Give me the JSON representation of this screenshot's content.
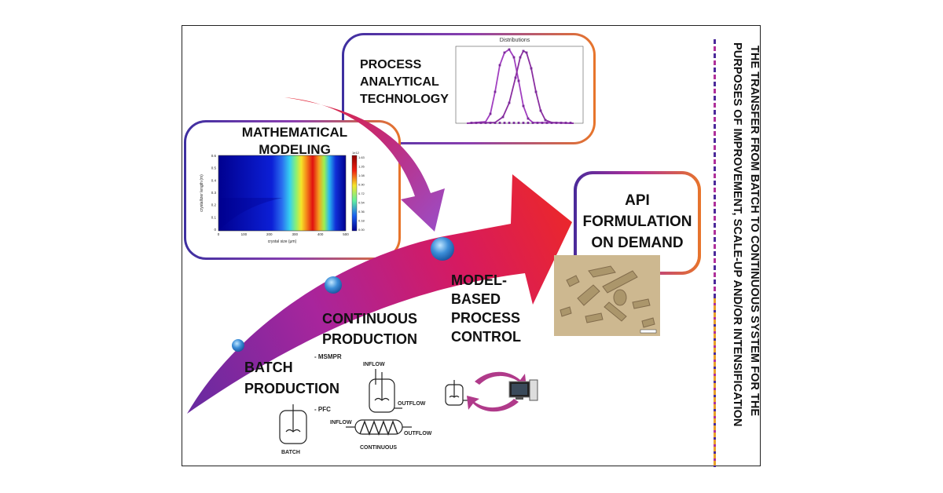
{
  "labels": {
    "pat": [
      "PROCESS",
      "ANALYTICAL",
      "TECHNOLOGY"
    ],
    "modeling": [
      "MATHEMATICAL",
      "MODELING"
    ],
    "api": [
      "API",
      "FORMULATION",
      "ON DEMAND"
    ],
    "mbpc": [
      "MODEL-",
      "BASED",
      "PROCESS",
      "CONTROL"
    ],
    "continuous": [
      "CONTINUOUS",
      "PRODUCTION"
    ],
    "batch": [
      "BATCH",
      "PRODUCTION"
    ],
    "vertical": [
      "THE TRANSFER FROM BATCH TO CONTINUOUS SYSTEM FOR THE",
      "PURPOSES OF IMPROVEMENT, SCALE-UP AND/OR INTENSIFICATION"
    ]
  },
  "sketch": {
    "msmpr": "- MSMPR",
    "pfc": "- PFC",
    "inflow_top": "INFLOW",
    "outflow_top": "OUTFLOW",
    "inflow_pfc": "INFLOW",
    "outflow_pfc": "OUTFLOW",
    "batch": "BATCH",
    "continuous": "CONTINUOUS"
  },
  "pat_chart": {
    "title": "Distributions"
  },
  "heatmap": {
    "colorbar_exp": "1e12",
    "colorbar_ticks": [
      "1.63",
      "1.26",
      "1.08",
      "0.90",
      "0.72",
      "0.54",
      "0.36",
      "0.18",
      "0.00"
    ],
    "xticks": [
      "0",
      "100",
      "200",
      "300",
      "400",
      "500"
    ],
    "yticks": [
      "0.6",
      "0.5",
      "0.4",
      "0.3",
      "0.2",
      "0.1",
      "0"
    ],
    "xlabel": "crystal size (μm)",
    "ylabel": "crystallizer length (m)"
  },
  "colors": {
    "arrow_start": "#7b2fa8",
    "arrow_mid": "#c2188f",
    "arrow_end": "#e8252a",
    "pat_curve": "#a13fc0",
    "dot": "#2a78c8"
  }
}
